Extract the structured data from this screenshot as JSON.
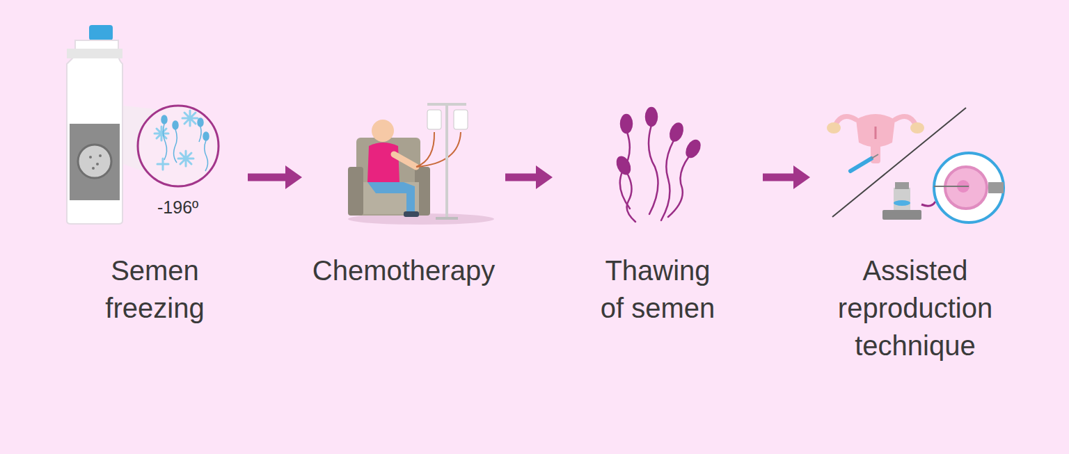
{
  "diagram": {
    "nodes": [
      {
        "text": [
          "Semen freezing"
        ]
      },
      {
        "text": [
          "Chemotherapy"
        ]
      },
      {
        "text": [
          "Thawing of semen"
        ]
      },
      {
        "text": [
          "Assisted reproduction technique"
        ]
      }
    ],
    "edges": [
      {
        "from": 0,
        "to": 1,
        "arrow": "to"
      },
      {
        "from": 1,
        "to": 2,
        "arrow": "to"
      },
      {
        "from": 2,
        "to": 3,
        "arrow": "to"
      }
    ],
    "labels": [
      "-196º"
    ]
  }
}
